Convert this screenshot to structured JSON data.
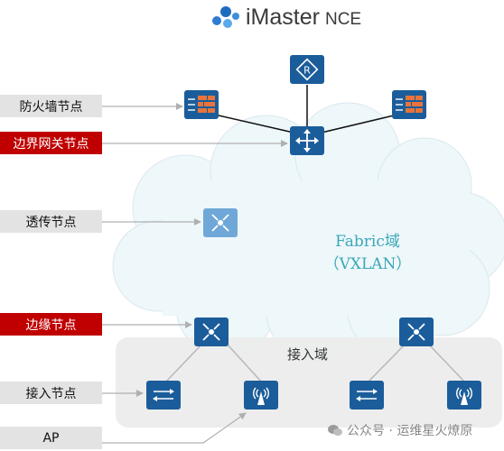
{
  "logo": {
    "brand": "iMaster",
    "product": "NCE"
  },
  "labels": {
    "firewall": "防火墙节点",
    "border_gateway": "边界网关节点",
    "transit": "透传节点",
    "edge": "边缘节点",
    "access": "接入节点",
    "ap": "AP"
  },
  "fabric": {
    "line1": "Fabric域",
    "line2": "（VXLAN）"
  },
  "access_domain": "接入域",
  "watermark": "公众号 · 运维星火燎原",
  "colors": {
    "label_red": "#c00000",
    "label_gray": "#e3e3e3",
    "node_dark": "#1b5d9a",
    "node_light": "#6fa8d8",
    "fabric_text": "#3ba7b8",
    "cloud": "#eef7fa"
  }
}
